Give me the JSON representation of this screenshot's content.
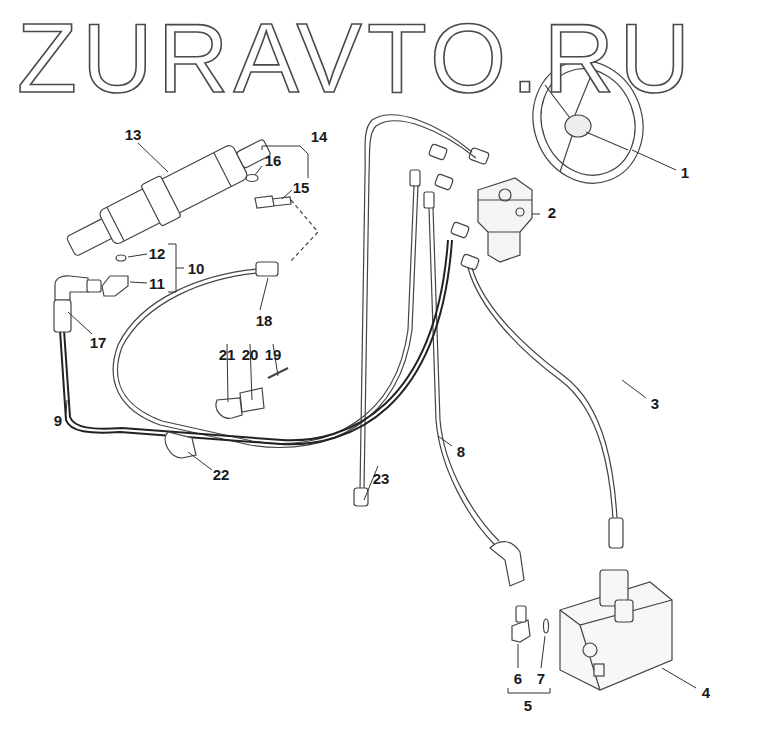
{
  "diagram": {
    "labels": [
      "ZURAVTO.RU",
      "1",
      "2",
      "3",
      "4",
      "5",
      "6",
      "7",
      "8",
      "9",
      "10",
      "11",
      "12",
      "13",
      "14",
      "15",
      "16",
      "17",
      "18",
      "19",
      "20",
      "21",
      "22",
      "23"
    ]
  }
}
